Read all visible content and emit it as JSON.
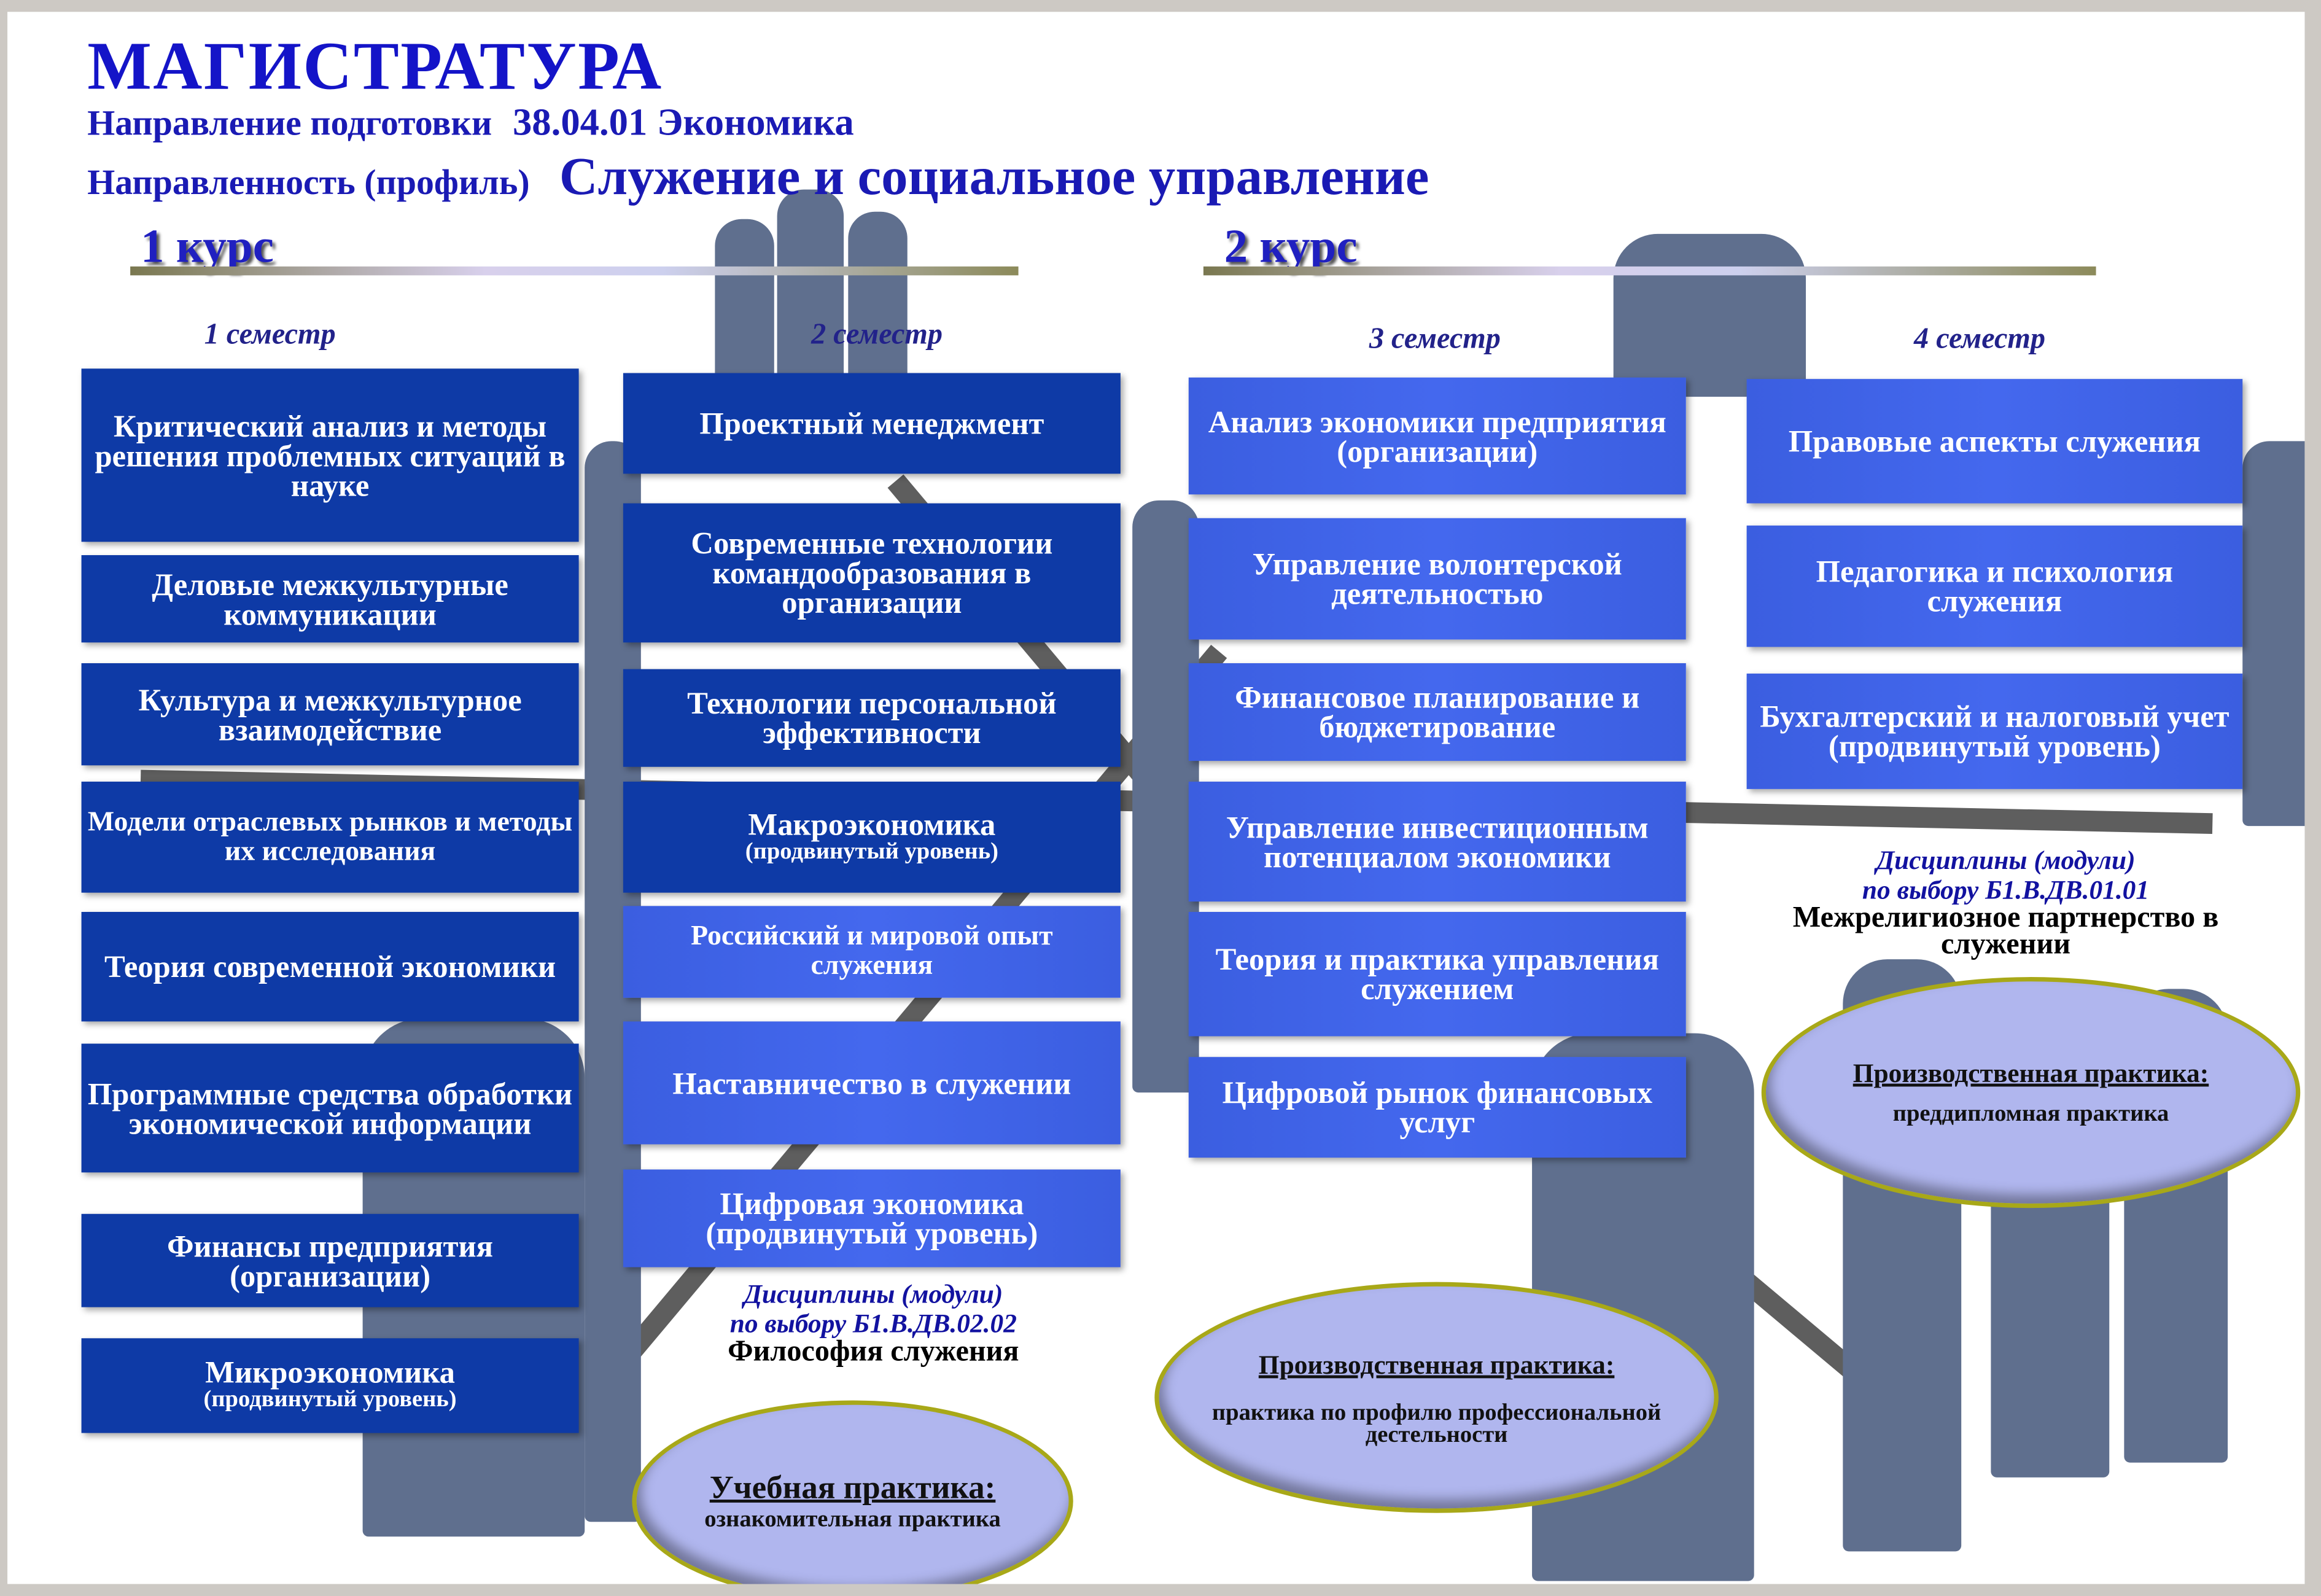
{
  "header": {
    "title": "МАГИСТРАТУРА",
    "direction_label": "Направление подготовки",
    "direction_value": "38.04.01 Экономика",
    "profile_label": "Направленность (профиль)",
    "profile_value": "Служение и социальное управление"
  },
  "courses": [
    {
      "label": "1 курс"
    },
    {
      "label": "2 курс"
    }
  ],
  "semesters": [
    {
      "label": "1 семестр",
      "items": [
        {
          "title": "Критический анализ и методы решения проблемных ситуаций в науке",
          "note": ""
        },
        {
          "title": "Деловые межкультурные коммуникации",
          "note": ""
        },
        {
          "title": "Культура и межкультурное взаимодействие",
          "note": ""
        },
        {
          "title": "Модели отраслевых рынков и методы их исследования",
          "note": ""
        },
        {
          "title": "Теория современной экономики",
          "note": ""
        },
        {
          "title": "Программные средства обработки экономической информации",
          "note": ""
        },
        {
          "title": "Финансы предприятия (организации)",
          "note": ""
        },
        {
          "title": "Микроэкономика",
          "note": "(продвинутый уровень)"
        }
      ]
    },
    {
      "label": "2 семестр",
      "items": [
        {
          "title": "Проектный менеджмент",
          "note": ""
        },
        {
          "title": "Современные технологии командообразования в организации",
          "note": ""
        },
        {
          "title": "Технологии персональной эффективности",
          "note": ""
        },
        {
          "title": "Макроэкономика",
          "note": "(продвинутый уровень)"
        },
        {
          "title": "Российский и мировой опыт служения",
          "note": ""
        },
        {
          "title": "Наставничество в служении",
          "note": ""
        },
        {
          "title": "Цифровая экономика (продвинутый уровень)",
          "note": ""
        }
      ]
    },
    {
      "label": "3 семестр",
      "items": [
        {
          "title": "Анализ экономики предприятия (организации)",
          "note": ""
        },
        {
          "title": "Управление волонтерской деятельностью",
          "note": ""
        },
        {
          "title": "Финансовое планирование и бюджетирование",
          "note": ""
        },
        {
          "title": "Управление инвестиционным потенциалом экономики",
          "note": ""
        },
        {
          "title": "Теория и практика управления служением",
          "note": ""
        },
        {
          "title": "Цифровой рынок финансовых услуг",
          "note": ""
        }
      ]
    },
    {
      "label": "4 семестр",
      "items": [
        {
          "title": "Правовые аспекты служения",
          "note": ""
        },
        {
          "title": "Педагогика и психология служения",
          "note": ""
        },
        {
          "title": "Бухгалтерский и налоговый учет (продвинутый уровень)",
          "note": ""
        }
      ]
    }
  ],
  "electives": [
    {
      "line1": "Дисциплины (модули)",
      "line2": "по выбору Б1.В.ДВ.02.02",
      "name": "Философия служения"
    },
    {
      "line1": "Дисциплины (модули)",
      "line2": "по выбору Б1.В.ДВ.01.01",
      "name": "Межрелигиозное партнерство в служении"
    }
  ],
  "practices": [
    {
      "heading": "Учебная практика:",
      "text": "ознакомительная практика"
    },
    {
      "heading": "Производственная практика:",
      "text": "практика по профилю профессиональной деcтельности"
    },
    {
      "heading": "Производственная практика:",
      "text": "преддипломная практика"
    }
  ],
  "colors": {
    "dark_box": "#0e3aa6",
    "light_box": "#3b5ee0",
    "title": "#1414c8",
    "oval": "#b0b6ee"
  }
}
